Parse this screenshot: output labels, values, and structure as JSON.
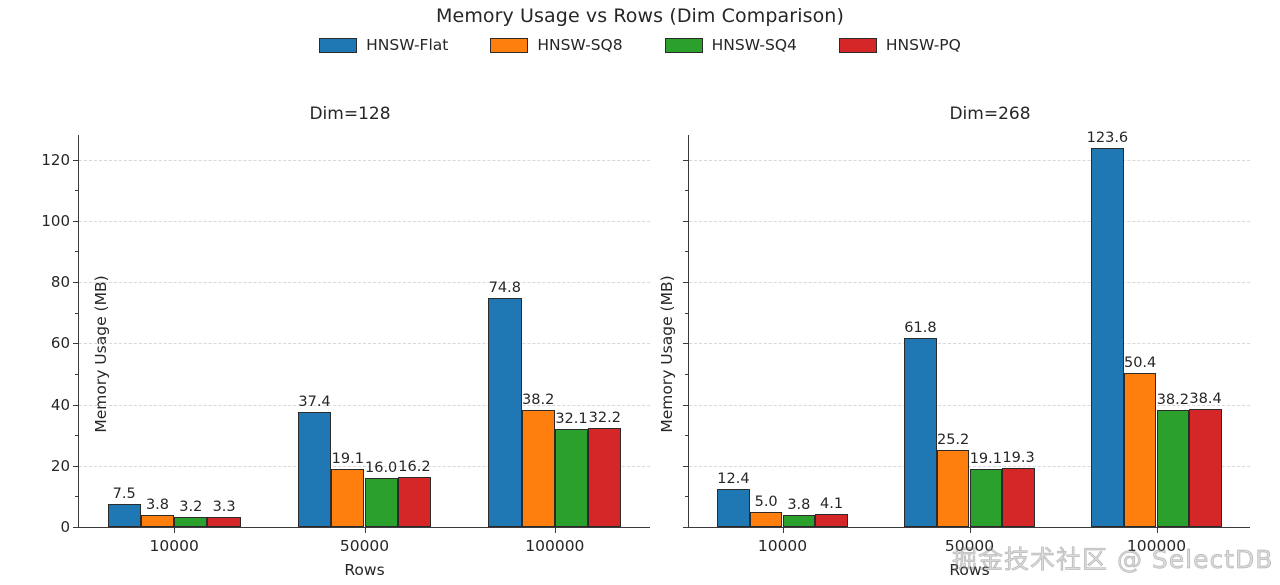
{
  "chart_data": {
    "type": "bar",
    "title": "Memory Usage vs Rows (Dim Comparison)",
    "xlabel": "Rows",
    "ylabel": "Memory Usage (MB)",
    "ylim": [
      0,
      128
    ],
    "yticks": [
      0,
      20,
      40,
      60,
      80,
      100,
      120
    ],
    "grid": true,
    "legend_position": "top-center",
    "categories": [
      "10000",
      "50000",
      "100000"
    ],
    "series_names": [
      "HNSW-Flat",
      "HNSW-SQ8",
      "HNSW-SQ4",
      "HNSW-PQ"
    ],
    "colors": [
      "#1f77b4",
      "#ff7f0e",
      "#2ca02c",
      "#d62728"
    ],
    "panels": [
      {
        "title": "Dim=128",
        "categories": [
          "10000",
          "50000",
          "100000"
        ],
        "series": [
          {
            "name": "HNSW-Flat",
            "color": "#1f77b4",
            "values": [
              7.5,
              37.4,
              74.8
            ]
          },
          {
            "name": "HNSW-SQ8",
            "color": "#ff7f0e",
            "values": [
              3.8,
              19.1,
              38.2
            ]
          },
          {
            "name": "HNSW-SQ4",
            "color": "#2ca02c",
            "values": [
              3.2,
              16.0,
              32.1
            ]
          },
          {
            "name": "HNSW-PQ",
            "color": "#d62728",
            "values": [
              3.3,
              16.2,
              32.2
            ]
          }
        ]
      },
      {
        "title": "Dim=268",
        "categories": [
          "10000",
          "50000",
          "100000"
        ],
        "series": [
          {
            "name": "HNSW-Flat",
            "color": "#1f77b4",
            "values": [
              12.4,
              61.8,
              123.6
            ]
          },
          {
            "name": "HNSW-SQ8",
            "color": "#ff7f0e",
            "values": [
              5.0,
              25.2,
              50.4
            ]
          },
          {
            "name": "HNSW-SQ4",
            "color": "#2ca02c",
            "values": [
              3.8,
              19.1,
              38.2
            ]
          },
          {
            "name": "HNSW-PQ",
            "color": "#d62728",
            "values": [
              4.1,
              19.3,
              38.4
            ]
          }
        ]
      }
    ]
  },
  "title": "Memory Usage vs Rows (Dim Comparison)",
  "legend": {
    "items": [
      {
        "label": "HNSW-Flat",
        "color": "#1f77b4"
      },
      {
        "label": "HNSW-SQ8",
        "color": "#ff7f0e"
      },
      {
        "label": "HNSW-SQ4",
        "color": "#2ca02c"
      },
      {
        "label": "HNSW-PQ",
        "color": "#d62728"
      }
    ]
  },
  "left_panel": {
    "title": "Dim=128",
    "ylabel": "Memory Usage (MB)",
    "xlabel": "Rows",
    "ytick_labels": [
      "0",
      "20",
      "40",
      "60",
      "80",
      "100",
      "120"
    ],
    "xtick_labels": [
      "10000",
      "50000",
      "100000"
    ],
    "bar_labels": [
      [
        "7.5",
        "3.8",
        "3.2",
        "3.3"
      ],
      [
        "37.4",
        "19.1",
        "16.0",
        "16.2"
      ],
      [
        "74.8",
        "38.2",
        "32.1",
        "32.2"
      ]
    ]
  },
  "right_panel": {
    "title": "Dim=268",
    "ylabel": "Memory Usage (MB)",
    "xlabel": "Rows",
    "ytick_labels": [
      "",
      "",
      "",
      "",
      "",
      "",
      ""
    ],
    "xtick_labels": [
      "10000",
      "50000",
      "100000"
    ],
    "bar_labels": [
      [
        "12.4",
        "5.0",
        "3.8",
        "4.1"
      ],
      [
        "61.8",
        "25.2",
        "19.1",
        "19.3"
      ],
      [
        "123.6",
        "50.4",
        "38.2",
        "38.4"
      ]
    ]
  },
  "watermark": {
    "text": "掘金技术社区 @ SelectDB"
  }
}
